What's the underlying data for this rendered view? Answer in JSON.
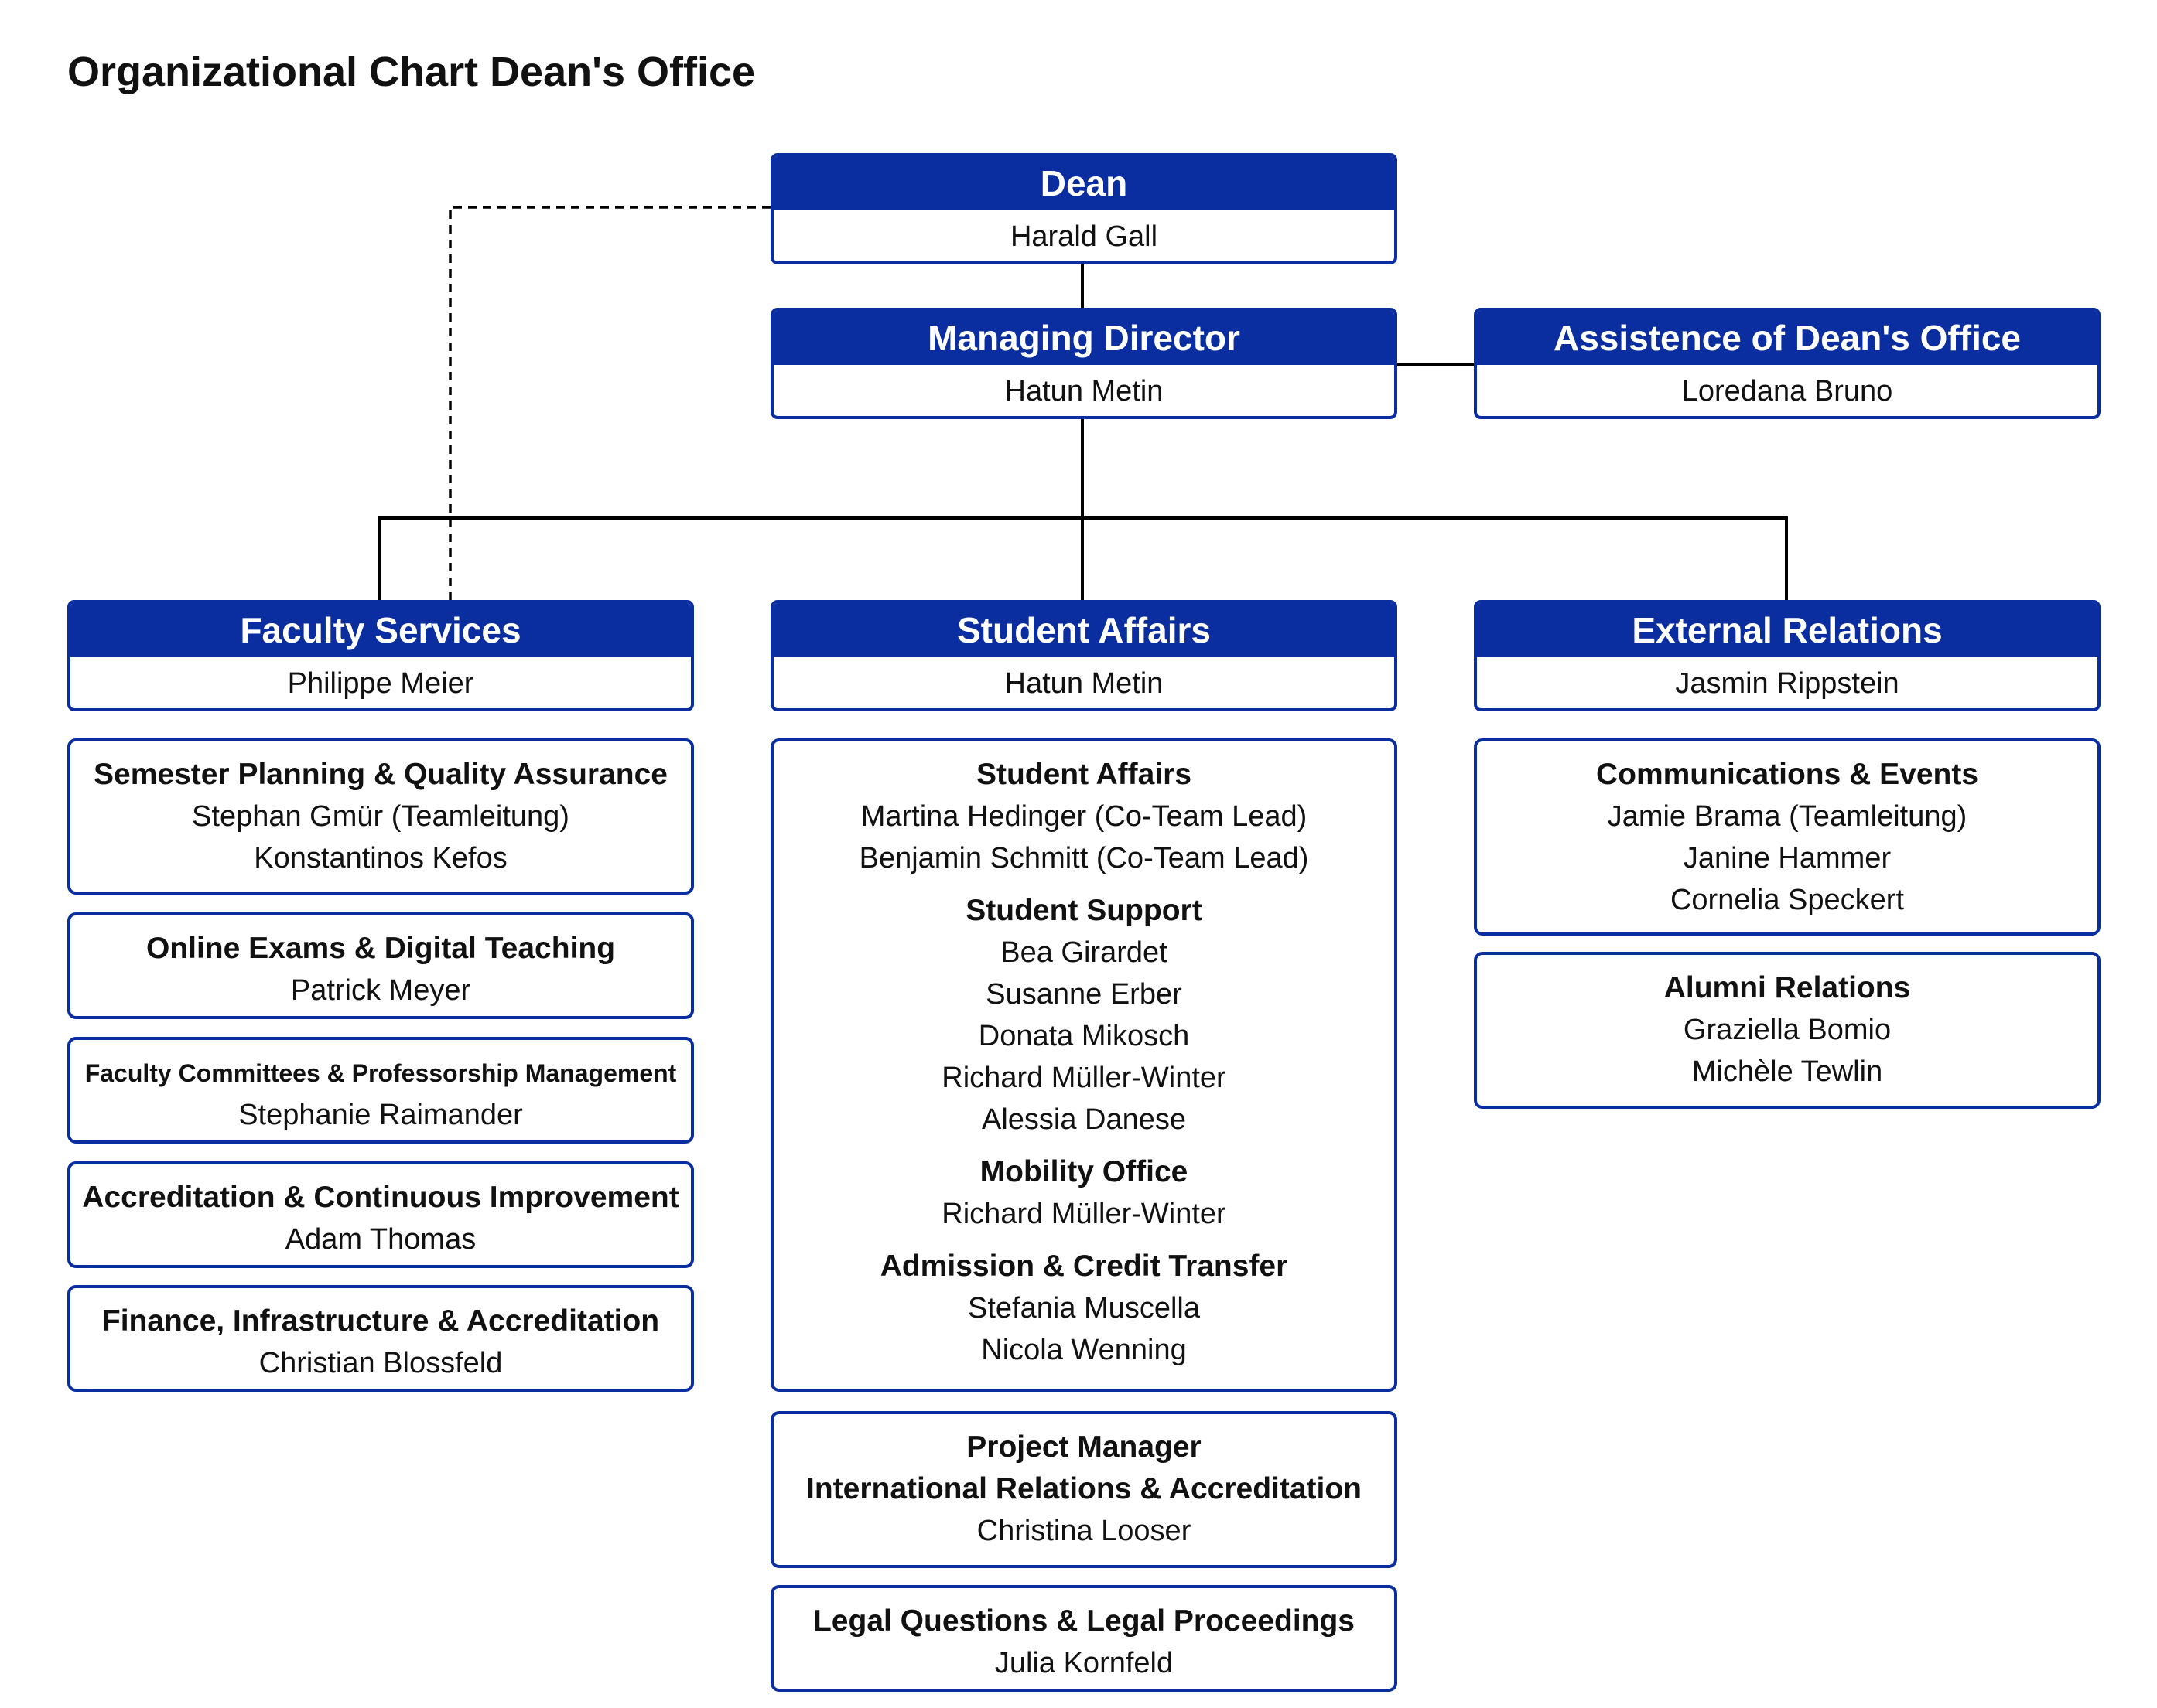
{
  "title": "Organizational Chart Dean's Office",
  "colors": {
    "header": "#0A2EA0",
    "border": "#0A2EA0",
    "line": "#000000"
  },
  "dean": {
    "title": "Dean",
    "name": "Harald Gall"
  },
  "managing_director": {
    "title": "Managing Director",
    "name": "Hatun Metin"
  },
  "assistance": {
    "title": "Assistence of Dean's Office",
    "name": "Loredana Bruno"
  },
  "faculty_services": {
    "title": "Faculty Services",
    "name": "Philippe Meier",
    "units": [
      {
        "title": "Semester Planning & Quality Assurance",
        "members": [
          "Stephan Gmür (Teamleitung)",
          "Konstantinos Kefos"
        ]
      },
      {
        "title": "Online Exams & Digital Teaching",
        "members": [
          "Patrick Meyer"
        ]
      },
      {
        "title": "Faculty Committees & Professorship Management",
        "members": [
          "Stephanie Raimander"
        ]
      },
      {
        "title": "Accreditation & Continuous Improvement",
        "members": [
          "Adam Thomas"
        ]
      },
      {
        "title": "Finance, Infrastructure & Accreditation",
        "members": [
          "Christian Blossfeld"
        ]
      }
    ]
  },
  "student_affairs": {
    "title": "Student Affairs",
    "name": "Hatun Metin",
    "groups": [
      {
        "title": "Student Affairs",
        "members": [
          "Martina Hedinger (Co-Team Lead)",
          "Benjamin Schmitt (Co-Team Lead)"
        ]
      },
      {
        "title": "Student Support",
        "members": [
          "Bea Girardet",
          "Susanne Erber",
          "Donata Mikosch",
          "Richard Müller-Winter",
          "Alessia Danese"
        ]
      },
      {
        "title": "Mobility Office",
        "members": [
          "Richard Müller-Winter"
        ]
      },
      {
        "title": "Admission & Credit Transfer",
        "members": [
          "Stefania Muscella",
          "Nicola Wenning"
        ]
      }
    ],
    "project_manager": {
      "title_line1": "Project Manager",
      "title_line2": "International Relations & Accreditation",
      "members": [
        "Christina Looser"
      ]
    },
    "legal": {
      "title": "Legal Questions & Legal Proceedings",
      "members": [
        "Julia Kornfeld"
      ]
    }
  },
  "external_relations": {
    "title": "External Relations",
    "name": "Jasmin Rippstein",
    "units": [
      {
        "title": "Communications & Events",
        "members": [
          "Jamie Brama (Teamleitung)",
          "Janine Hammer",
          "Cornelia Speckert"
        ]
      },
      {
        "title": "Alumni Relations",
        "members": [
          "Graziella Bomio",
          "Michèle Tewlin"
        ]
      }
    ]
  }
}
